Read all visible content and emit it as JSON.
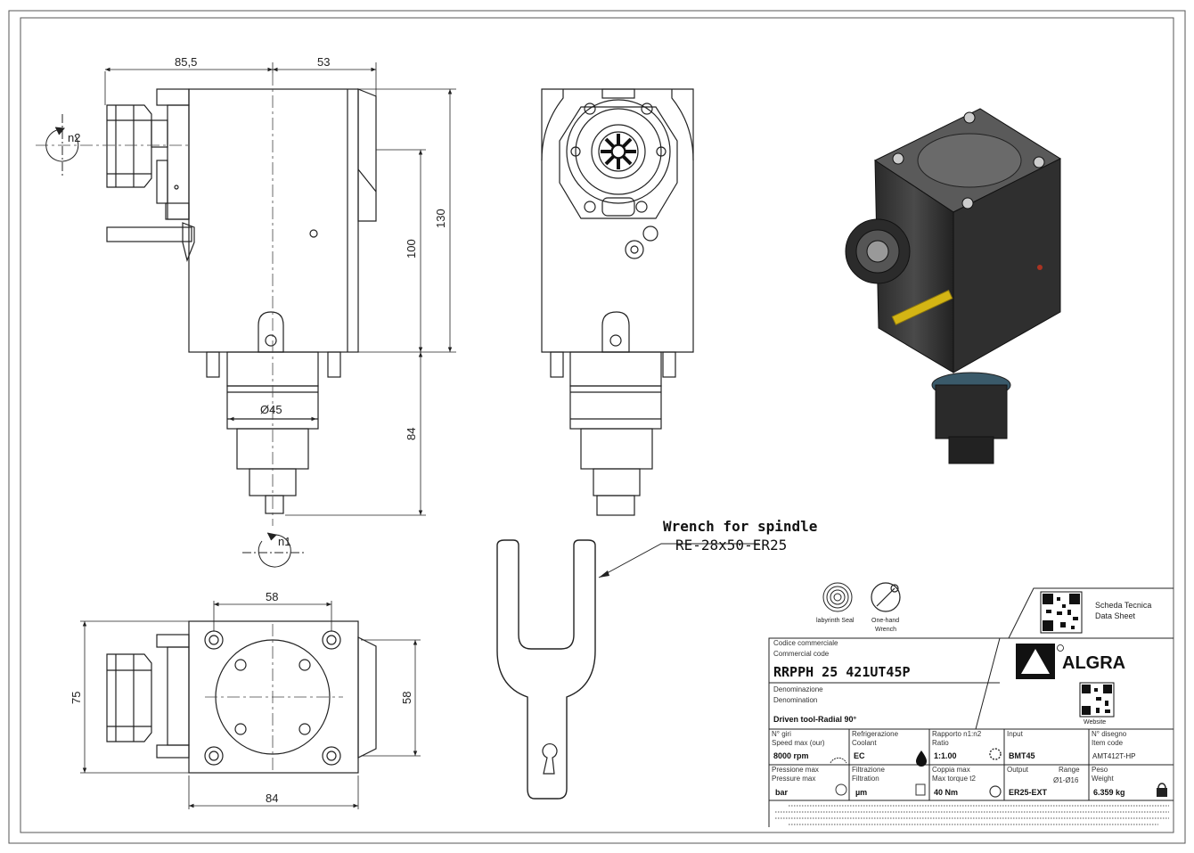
{
  "dimensions": {
    "side_width_left": "85,5",
    "side_width_right": "53",
    "height_total": "130",
    "height_body": "100",
    "height_spindle": "84",
    "diameter": "Ø45",
    "rotation_n2": "n2",
    "rotation_n1": "n1",
    "bottom_top_width": "58",
    "bottom_height": "75",
    "bottom_right_height": "58",
    "bottom_width": "84"
  },
  "wrench": {
    "title": "Wrench for spindle",
    "code": "RE-28x50-ER25"
  },
  "badges": {
    "labyrinth": "labyrinth Seal",
    "onehand_1": "One-hand",
    "onehand_2": "Wrench",
    "datasheet_1": "Scheda Tecnica",
    "datasheet_2": "Data Sheet",
    "website": "Website"
  },
  "brand": {
    "name": "ALGRA",
    "color": "#111111"
  },
  "titleblock": {
    "code_label_it": "Codice commerciale",
    "code_label_en": "Commercial code",
    "code_value": "RRPPH 25 421UT45P",
    "denom_label_it": "Denominazione",
    "denom_label_en": "Denomination",
    "denom_value": "Driven tool-Radial 90°",
    "speed_label_1": "N° giri",
    "speed_label_2": "Speed max (our)",
    "speed_value": "8000 rpm",
    "cool_label_1": "Refrigerazione",
    "cool_label_2": "Coolant",
    "cool_value": "EC",
    "ratio_label_1": "Rapporto n1:n2",
    "ratio_label_2": "Ratio",
    "ratio_value": "1:1.00",
    "input_label": "Input",
    "input_value": "BMT45",
    "drawing_label_1": "N° disegno",
    "drawing_label_2": "Item code",
    "drawing_value": "AMT412T-HP",
    "press_label_1": "Pressione max",
    "press_label_2": "Pressure max",
    "press_value": "bar",
    "filt_label_1": "Filtrazione",
    "filt_label_2": "Filtration",
    "filt_value": "µm",
    "torque_label_1": "Coppia max",
    "torque_label_2": "Max torque t2",
    "torque_value": "40 Nm",
    "output_label": "Output",
    "range_label": "Range",
    "range_value": "Ø1-Ø16",
    "output_value": "ER25-EXT",
    "weight_label_1": "Peso",
    "weight_label_2": "Weight",
    "weight_value": "6.359 kg"
  }
}
